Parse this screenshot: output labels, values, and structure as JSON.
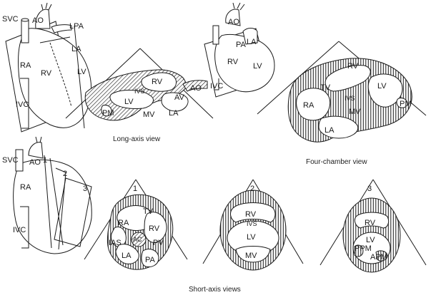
{
  "captions": {
    "long_axis": "Long-axis view",
    "four_chamber": "Four-chamber view",
    "short_axis": "Short-axis views"
  },
  "heart_top_left": {
    "svc": "SVC",
    "ao": "AO",
    "lpa": "LPA",
    "ra": "RA",
    "la": "LA",
    "rv": "RV",
    "lv": "LV",
    "ivc": "IVC"
  },
  "long_axis_view": {
    "rv": "RV",
    "ivs": "IVS",
    "av": "AV",
    "ao": "AO",
    "lv": "LV",
    "pm": "PM",
    "mv": "MV",
    "la": "LA"
  },
  "heart_top_middle": {
    "ao": "AO",
    "pa": "PA",
    "la": "LA",
    "rv": "RV",
    "lv": "LV",
    "ivc": "IVC"
  },
  "four_chamber_view": {
    "rv": "RV",
    "tv": "TV",
    "lv": "LV",
    "ra": "RA",
    "ivs": "IVS",
    "pm": "PM",
    "mv": "MV",
    "la": "LA"
  },
  "heart_bottom_left": {
    "svc": "SVC",
    "ao": "AO",
    "ra": "RA",
    "ivc": "IVC",
    "plane_1": "1",
    "plane_2": "2",
    "plane_3": "3"
  },
  "short_axis_1": {
    "num": "1",
    "tv": "TV",
    "ra": "RA",
    "rv": "RV",
    "ias": "IAS",
    "ac": "AC",
    "pv": "PV",
    "la": "LA",
    "pa": "PA"
  },
  "short_axis_2": {
    "num": "2",
    "rv": "RV",
    "ivs": "IVS",
    "lv": "LV",
    "mv": "MV"
  },
  "short_axis_3": {
    "num": "3",
    "rv": "RV",
    "lv": "LV",
    "ppm": "PPM",
    "apm": "APM"
  }
}
